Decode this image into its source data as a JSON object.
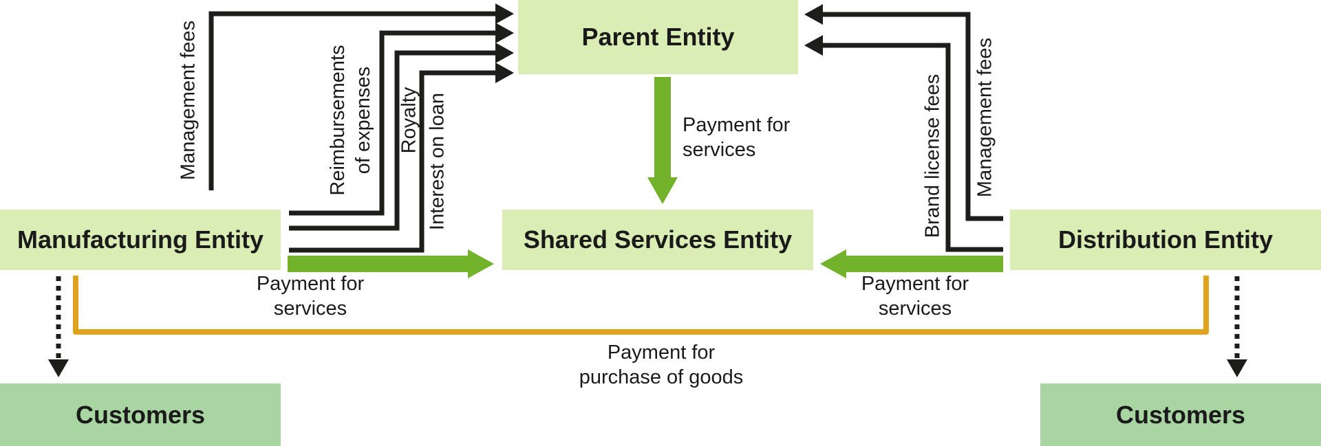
{
  "title": "Intercompany payment flows diagram",
  "colors": {
    "entity_box": "#d9edb4",
    "customers_box": "#a9d5a3",
    "green_arrow": "#73b22b",
    "orange_line": "#e0a31f",
    "black_line": "#1d1d1b",
    "text": "#1a1a1a"
  },
  "boxes": {
    "parent": {
      "label": "Parent Entity"
    },
    "manufacturing": {
      "label": "Manufacturing Entity"
    },
    "shared": {
      "label": "Shared Services Entity"
    },
    "distribution": {
      "label": "Distribution Entity"
    },
    "customers_left": {
      "label": "Customers"
    },
    "customers_right": {
      "label": "Customers"
    }
  },
  "edge_labels": {
    "management_fees_left": "Management fees",
    "reimbursements_line1": "Reimbursements",
    "reimbursements_line2": "of expenses",
    "royalty": "Royalty",
    "interest_on_loan": "Interest on loan",
    "brand_license_fees": "Brand license fees",
    "management_fees_right": "Management fees",
    "payment_services_center_line1": "Payment for",
    "payment_services_center_line2": "services",
    "payment_services_left_line1": "Payment for",
    "payment_services_left_line2": "services",
    "payment_services_right_line1": "Payment for",
    "payment_services_right_line2": "services",
    "payment_goods_line1": "Payment for",
    "payment_goods_line2": "purchase of goods"
  },
  "flows": [
    {
      "from": "Manufacturing Entity",
      "to": "Parent Entity",
      "label": "Management fees",
      "style": "black-arrow"
    },
    {
      "from": "Manufacturing Entity",
      "to": "Parent Entity",
      "label": "Reimbursements of expenses",
      "style": "black-arrow"
    },
    {
      "from": "Manufacturing Entity",
      "to": "Parent Entity",
      "label": "Royalty",
      "style": "black-arrow"
    },
    {
      "from": "Manufacturing Entity",
      "to": "Parent Entity",
      "label": "Interest on loan",
      "style": "black-arrow"
    },
    {
      "from": "Distribution Entity",
      "to": "Parent Entity",
      "label": "Management fees",
      "style": "black-arrow"
    },
    {
      "from": "Distribution Entity",
      "to": "Parent Entity",
      "label": "Brand license fees",
      "style": "black-arrow"
    },
    {
      "from": "Parent Entity",
      "to": "Shared Services Entity",
      "label": "Payment for services",
      "style": "green-arrow"
    },
    {
      "from": "Manufacturing Entity",
      "to": "Shared Services Entity",
      "label": "Payment for services",
      "style": "green-arrow"
    },
    {
      "from": "Distribution Entity",
      "to": "Shared Services Entity",
      "label": "Payment for services",
      "style": "green-arrow"
    },
    {
      "from": "Distribution Entity",
      "to": "Manufacturing Entity",
      "label": "Payment for purchase of goods",
      "style": "orange-line"
    },
    {
      "from": "Manufacturing Entity",
      "to": "Customers",
      "label": "",
      "style": "dotted-arrow"
    },
    {
      "from": "Distribution Entity",
      "to": "Customers",
      "label": "",
      "style": "dotted-arrow"
    }
  ]
}
